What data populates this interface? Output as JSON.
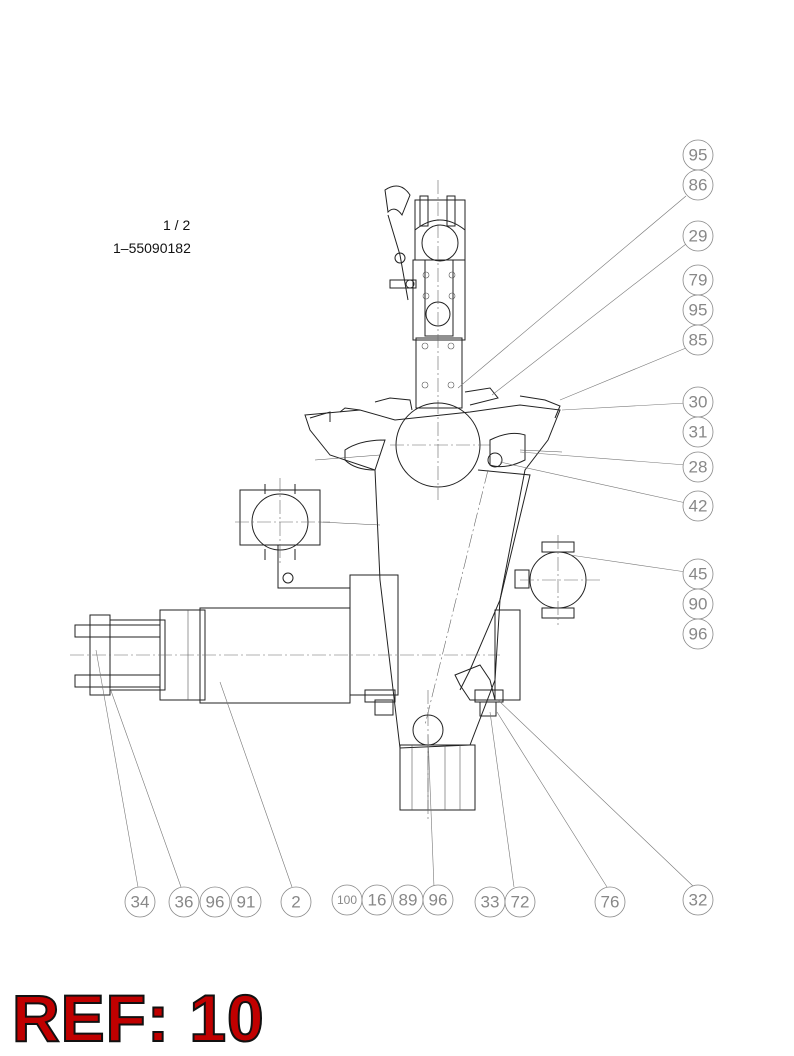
{
  "sheet": {
    "page": "1 / 2",
    "number": "1–55090182"
  },
  "ref_label": "REF: 10",
  "callouts": {
    "right": [
      "95",
      "86",
      "29",
      "79",
      "95",
      "85",
      "30",
      "31",
      "28",
      "42",
      "45",
      "90",
      "96"
    ],
    "bottom": [
      "34",
      "36",
      "96",
      "91",
      "2",
      "100",
      "16",
      "89",
      "96",
      "33",
      "72",
      "76",
      "32"
    ]
  },
  "colors": {
    "ref_label": "#c00000",
    "line": "#222222",
    "callout": "#888888"
  }
}
